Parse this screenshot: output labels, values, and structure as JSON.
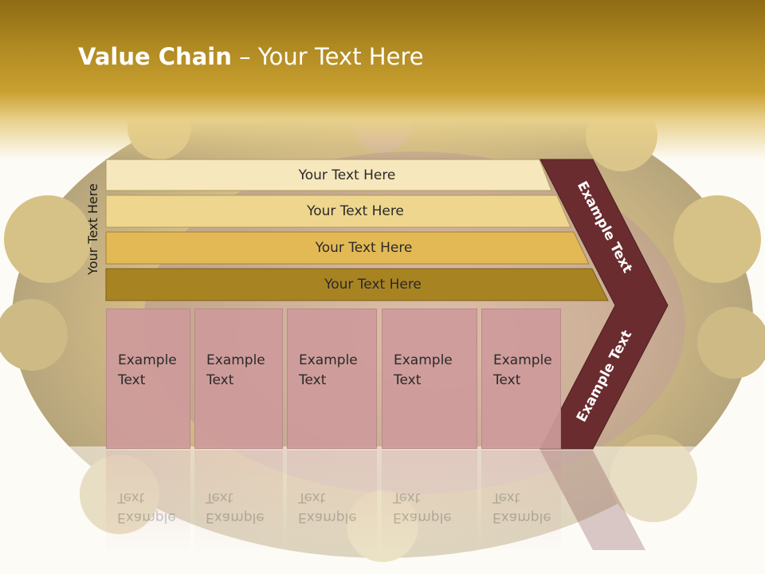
{
  "title": {
    "bold": "Value Chain",
    "rest": " – Your Text Here"
  },
  "side_label": "Your Text Here",
  "bars": [
    {
      "label": "Your Text Here",
      "color": "#f6e7bd"
    },
    {
      "label": "Your Text Here",
      "color": "#efd68f"
    },
    {
      "label": "Your Text Here",
      "color": "#e3b955"
    },
    {
      "label": "Your Text Here",
      "color": "#a88322"
    }
  ],
  "boxes": [
    {
      "line1": "Example",
      "line2": "Text"
    },
    {
      "line1": "Example",
      "line2": "Text"
    },
    {
      "line1": "Example",
      "line2": "Text"
    },
    {
      "line1": "Example",
      "line2": "Text"
    },
    {
      "line1": "Example",
      "line2": "Text"
    }
  ],
  "chevron": {
    "upper": "Example Text",
    "lower": "Example Text",
    "color": "#6b2c2f"
  },
  "colors": {
    "header_dark": "#8f6b14",
    "box_fill": "#cd9b9b"
  }
}
